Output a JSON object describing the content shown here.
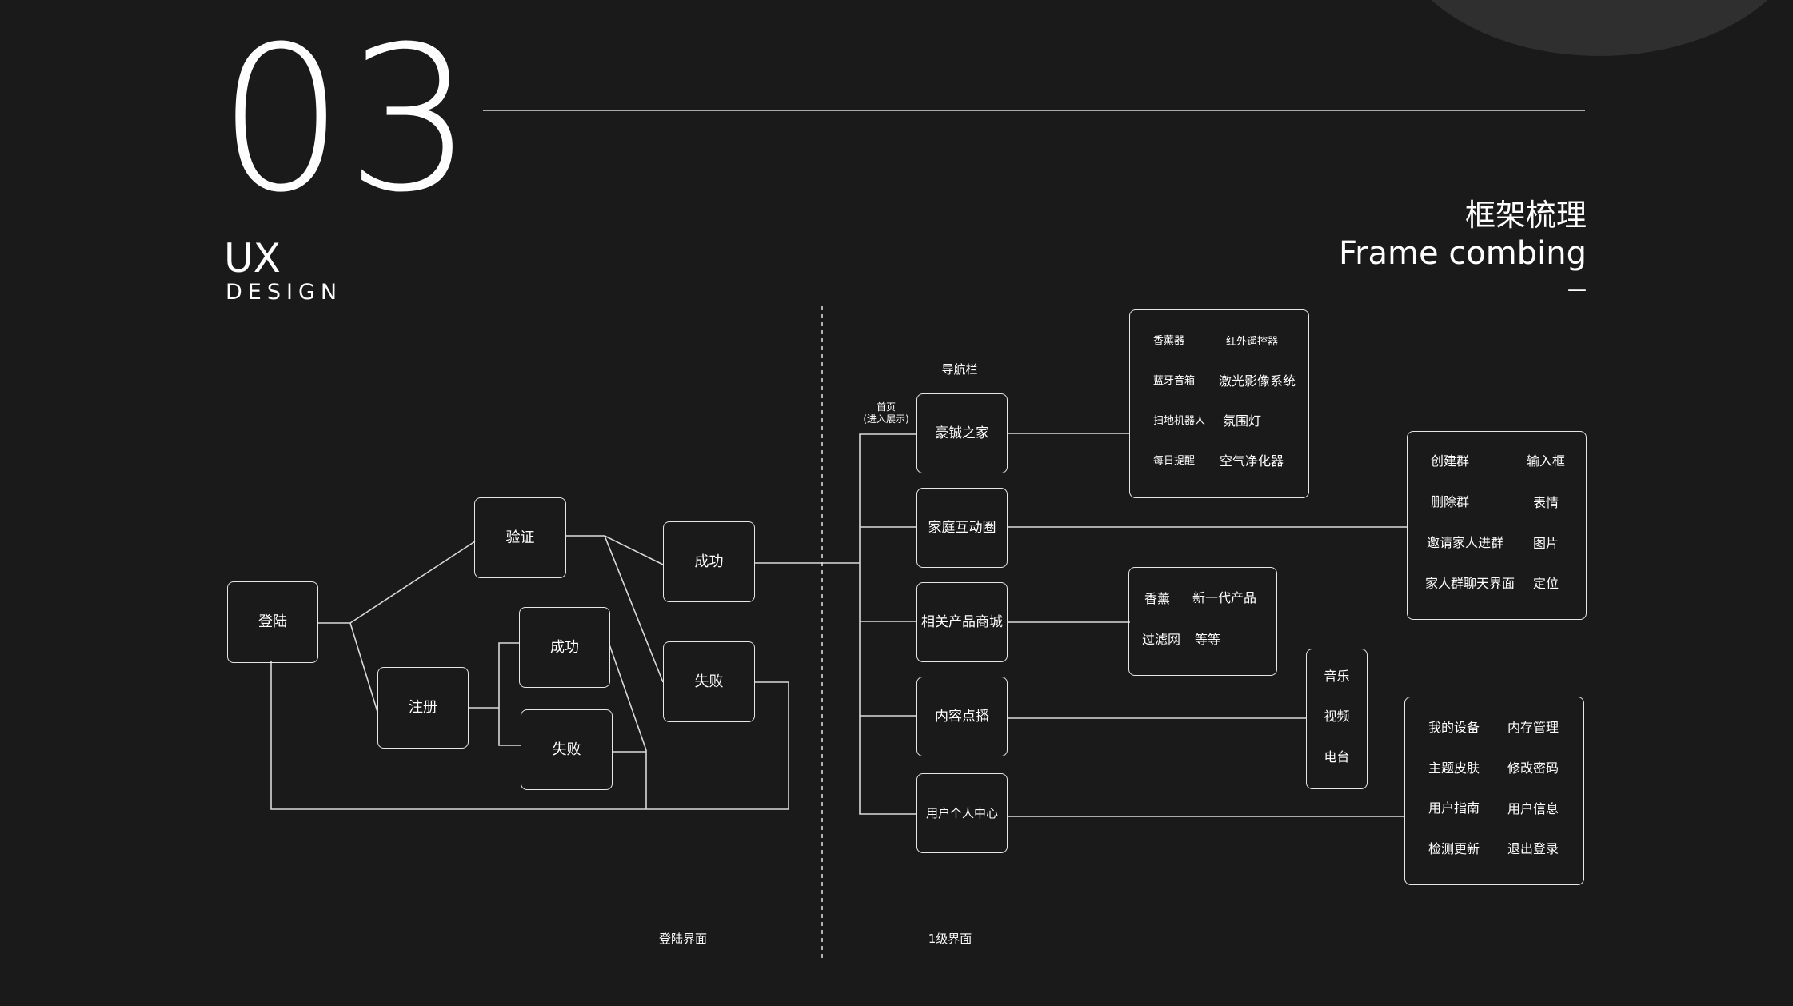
{
  "header": {
    "number": "03",
    "ux": "UX",
    "design": "DESIGN",
    "title_cn": "框架梳理",
    "title_en": "Frame combing",
    "dash": "—"
  },
  "login": {
    "login": "登陆",
    "verify": "验证",
    "register": "注册",
    "success": "成功",
    "fail": "失败",
    "reg_success": "成功",
    "reg_fail": "失败",
    "footer": "登陆界面"
  },
  "level1": {
    "navbar": "导航栏",
    "home_note_1": "首页",
    "home_note_2": "(进入展示)",
    "nodes": {
      "home": "豪铖之家",
      "family": "家庭互动圈",
      "mall": "相关产品商城",
      "content": "内容点播",
      "user": "用户个人中心"
    },
    "devices": [
      "香薰器",
      "红外遥控器",
      "蓝牙音箱",
      "激光影像系统",
      "扫地机器人",
      "氛围灯",
      "每日提醒",
      "空气净化器"
    ],
    "group": [
      "创建群",
      "输入框",
      "删除群",
      "表情",
      "邀请家人进群",
      "图片",
      "家人群聊天界面",
      "定位"
    ],
    "products": [
      "香薰",
      "新一代产品",
      "过滤网",
      "等等"
    ],
    "media": [
      "音乐",
      "视频",
      "电台"
    ],
    "user_items": [
      "我的设备",
      "内存管理",
      "主题皮肤",
      "修改密码",
      "用户指南",
      "用户信息",
      "检测更新",
      "退出登录"
    ],
    "footer": "1级界面"
  }
}
